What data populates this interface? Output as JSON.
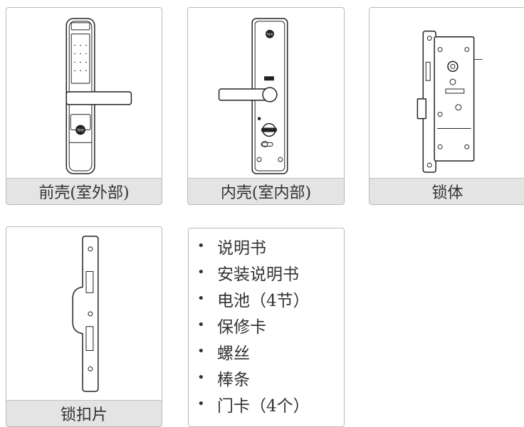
{
  "cards": {
    "front": {
      "caption": "前壳(室外部)",
      "icon": "front-panel-image"
    },
    "back": {
      "caption": "内壳(室内部)",
      "icon": "rear-panel-image"
    },
    "body": {
      "caption": "锁体",
      "icon": "lock-body-image"
    },
    "strike": {
      "caption": "锁扣片",
      "icon": "strike-plate-image"
    }
  },
  "items": [
    {
      "bullet": "•",
      "text": "说明书"
    },
    {
      "bullet": "•",
      "text": "安装说明书"
    },
    {
      "bullet": "•",
      "text": "电池（4节）"
    },
    {
      "bullet": "•",
      "text": "保修卡"
    },
    {
      "bullet": "•",
      "text": "螺丝"
    },
    {
      "bullet": "•",
      "text": "棒条"
    },
    {
      "bullet": "•",
      "text": "门卡（4个）"
    }
  ],
  "brand": {
    "logo": "Yale"
  }
}
